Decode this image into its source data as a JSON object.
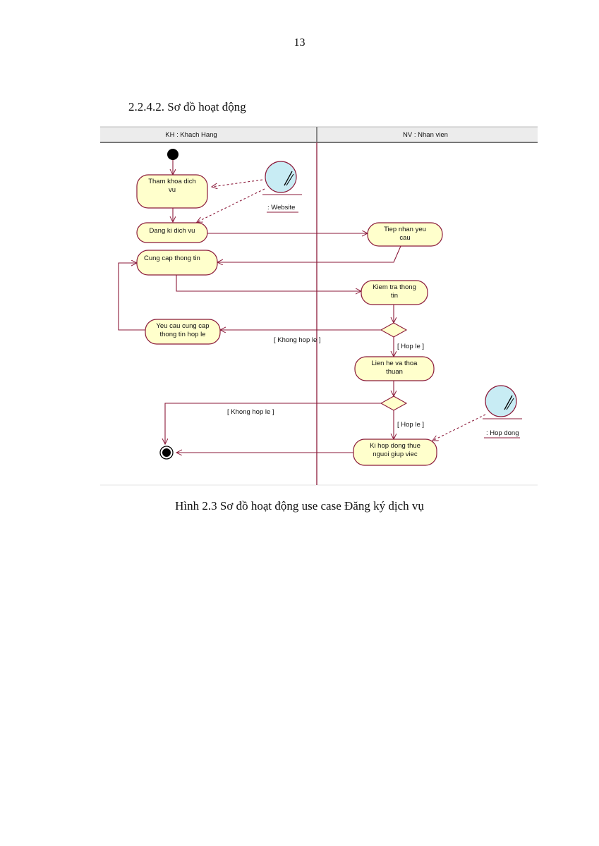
{
  "page_number": "13",
  "section_heading": "2.2.4.2. Sơ đồ hoạt động",
  "diagram": {
    "swimlanes": [
      "KH : Khach Hang",
      "NV : Nhan vien"
    ],
    "activities": {
      "tham_khao": [
        "Tham khoa dich",
        "vu"
      ],
      "dang_ki": [
        "Dang ki dich vu"
      ],
      "cung_cap": [
        "Cung cap thong tin"
      ],
      "yeu_cau": [
        "Yeu cau cung cap",
        "thong tin hop le"
      ],
      "tiep_nhan": [
        "Tiep nhan yeu",
        "cau"
      ],
      "kiem_tra": [
        "Kiem tra thong",
        "tin"
      ],
      "lien_he": [
        "Lien he va thoa",
        "thuan"
      ],
      "ki_hop_dong": [
        "Ki hop dong thue",
        "nguoi giup viec"
      ]
    },
    "objects": {
      "website": ": Website",
      "hop_dong": ": Hop dong"
    },
    "guards": {
      "khong_hop_le_1": "[ Khong hop le ]",
      "hop_le_1": "[ Hop le ]",
      "khong_hop_le_2": "[ Khong hop le ]",
      "hop_le_2": "[ Hop le ]"
    },
    "colors": {
      "activity_fill": "#ffffcc",
      "line": "#8b1a3a",
      "object_fill": "#c8ecf4",
      "lane_header": "#ececec"
    }
  },
  "figure_caption": "Hình 2.3 Sơ đồ hoạt động use case Đăng ký dịch vụ"
}
